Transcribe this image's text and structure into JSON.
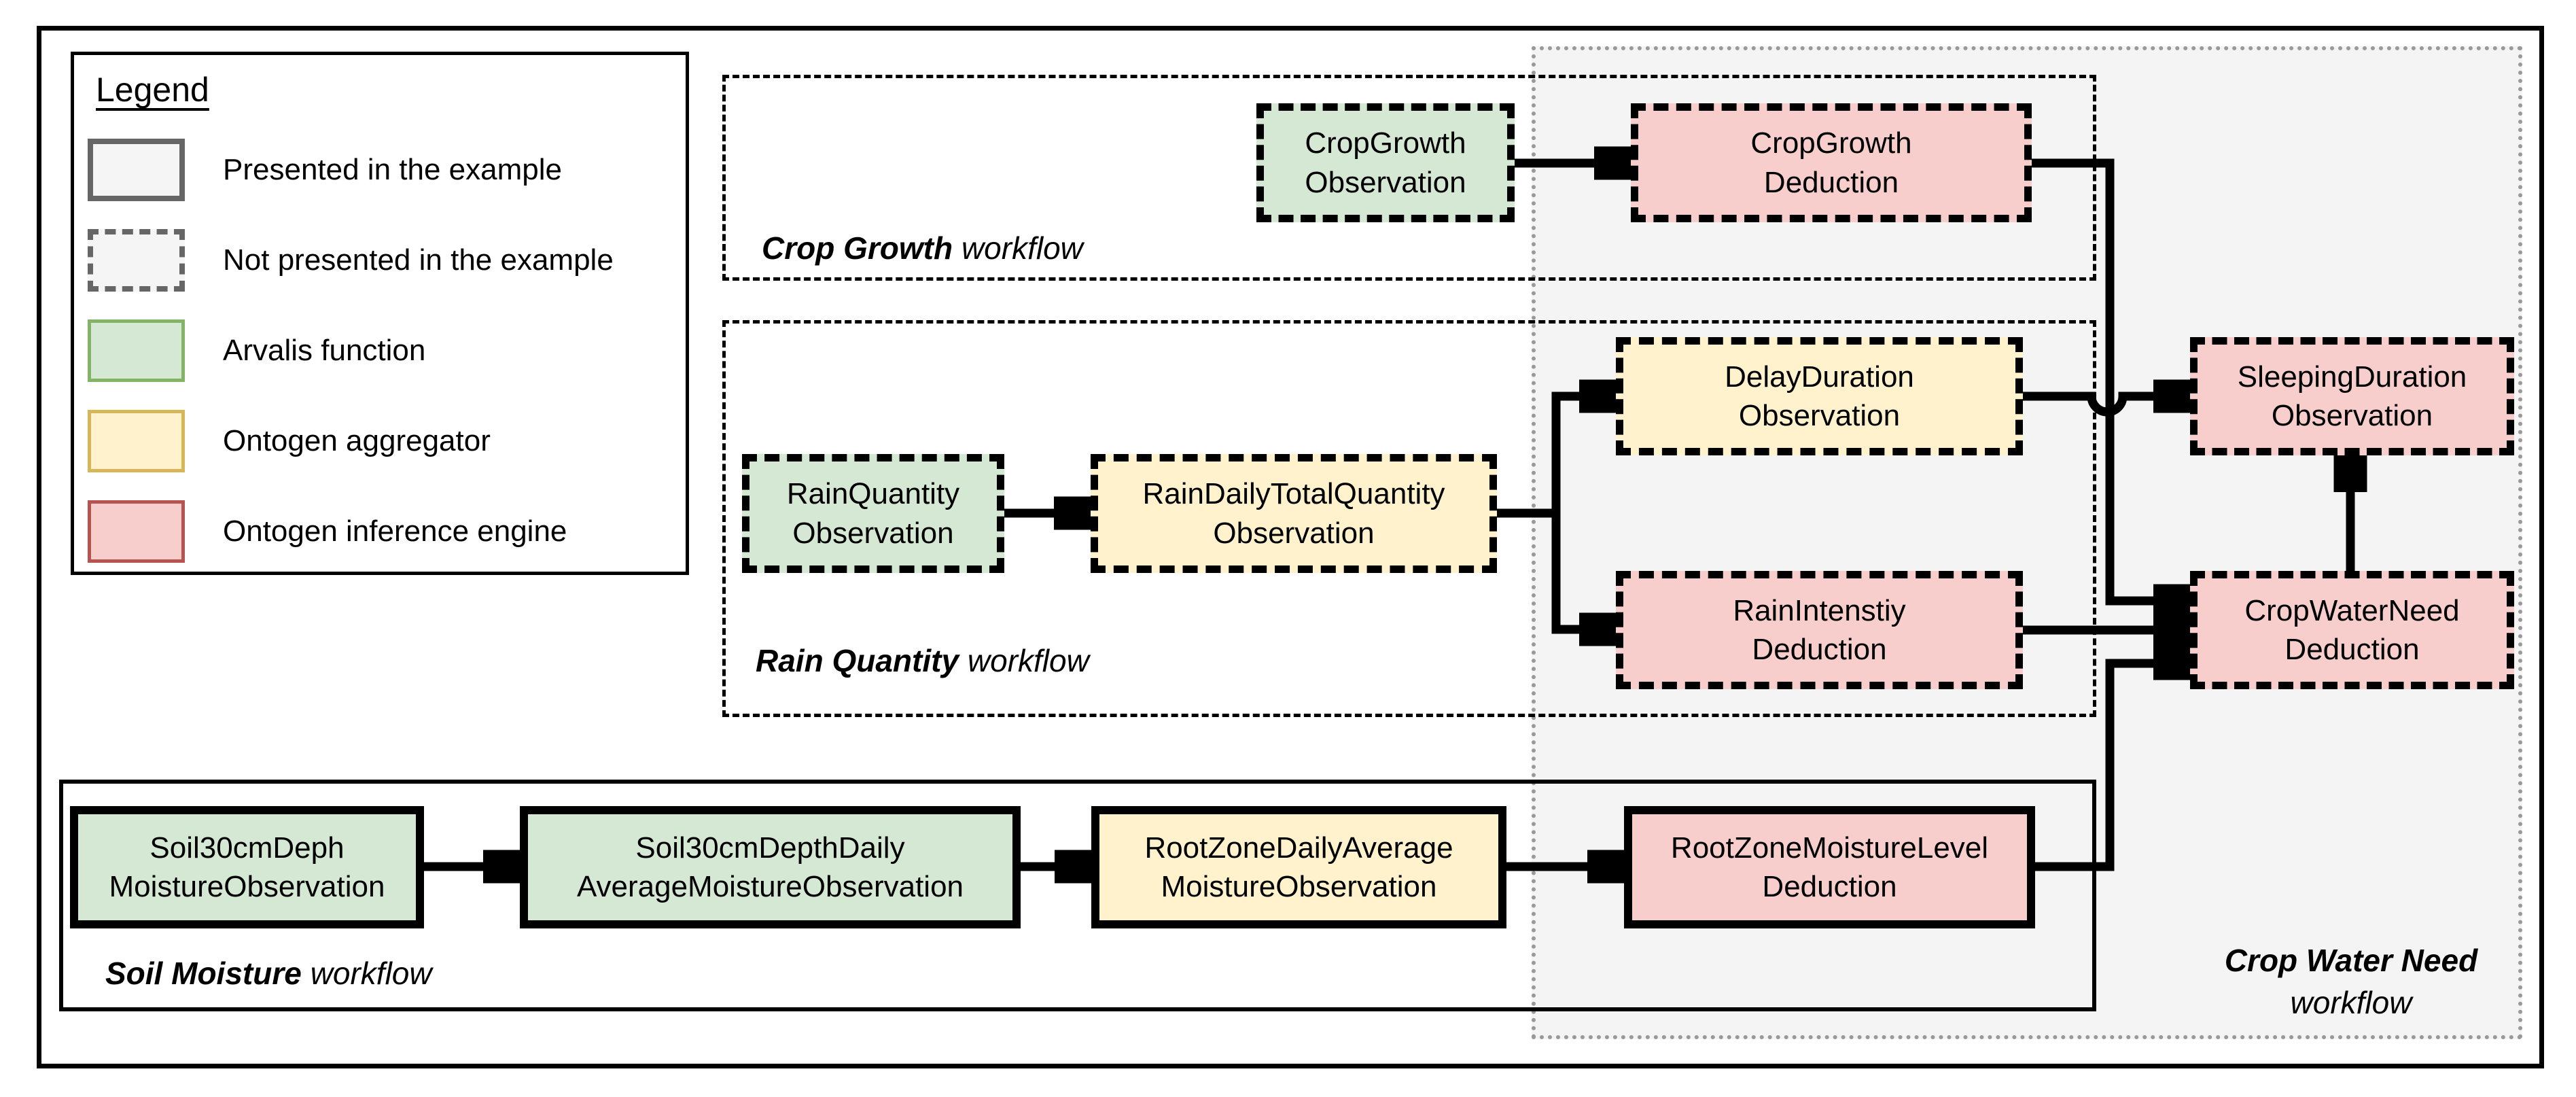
{
  "legend": {
    "title": "Legend",
    "items": [
      {
        "swatch": "solid-gray-swatch",
        "label": "Presented in the example"
      },
      {
        "swatch": "dashed-gray-swatch",
        "label": "Not presented in the example"
      },
      {
        "swatch": "green-swatch",
        "label": "Arvalis function"
      },
      {
        "swatch": "yellow-swatch",
        "label": "Ontogen aggregator"
      },
      {
        "swatch": "red-swatch",
        "label": "Ontogen inference engine"
      }
    ]
  },
  "workflows": {
    "crop_growth": {
      "name": "Crop Growth",
      "suffix": "workflow"
    },
    "rain_quantity": {
      "name": "Rain Quantity",
      "suffix": "workflow"
    },
    "soil_moisture": {
      "name": "Soil Moisture",
      "suffix": "workflow"
    },
    "crop_water_need": {
      "name": "Crop Water Need",
      "suffix": "workflow"
    }
  },
  "nodes": {
    "crop_growth_observation": "CropGrowth\nObservation",
    "crop_growth_deduction": "CropGrowth\nDeduction",
    "rain_quantity_observation": "RainQuantity\nObservation",
    "rain_daily_total_quantity_observation": "RainDailyTotalQuantity\nObservation",
    "delay_duration_observation": "DelayDuration\nObservation",
    "rain_intenstiy_deduction": "RainIntenstiy\nDeduction",
    "sleeping_duration_observation": "SleepingDuration\nObservation",
    "crop_water_need_deduction": "CropWaterNeed\nDeduction",
    "soil30cm_deph_moisture_observation": "Soil30cmDeph\nMoistureObservation",
    "soil30cm_depth_daily_average_moisture_observation": "Soil30cmDepthDaily\nAverageMoistureObservation",
    "root_zone_daily_average_moisture_observation": "RootZoneDailyAverage\nMoistureObservation",
    "root_zone_moisture_level_deduction": "RootZoneMoistureLevel\nDeduction"
  },
  "colors": {
    "arvalis_function_fill": "#d5e8d4",
    "arvalis_function_border": "#82b366",
    "ontogen_aggregator_fill": "#fff2cc",
    "ontogen_aggregator_border": "#d6b656",
    "ontogen_inference_fill": "#f8cecc",
    "ontogen_inference_border": "#b85450",
    "presented_fill": "#f5f5f5",
    "presented_border": "#666666",
    "crop_water_need_region_fill": "#f4f4f4",
    "crop_water_need_region_border": "#999999"
  }
}
